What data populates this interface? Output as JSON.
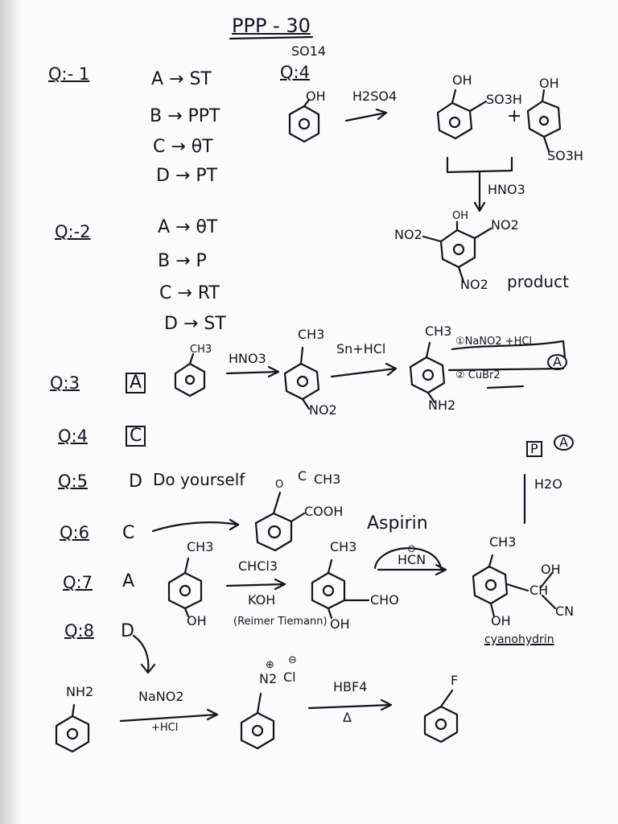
{
  "title": "PPP - 30",
  "questions": [
    {
      "label": "Q:- 1",
      "answers": [
        "A → ST",
        "B → PPT",
        "C → θT",
        "D → PT"
      ]
    },
    {
      "label": "Q:-2",
      "answers": [
        "A → θT",
        "B → P",
        "C → RT",
        "D → ST"
      ]
    },
    {
      "label": "Q:3",
      "answer": "A"
    },
    {
      "label": "Q:4",
      "answer": "C"
    },
    {
      "label": "Q:5",
      "answer": "D",
      "note": "Do yourself"
    },
    {
      "label": "Q:6",
      "answer": "C"
    },
    {
      "label": "Q:7",
      "answer": "A"
    },
    {
      "label": "Q:8",
      "answer": "D"
    }
  ],
  "q4_scheme": {
    "label": "Q:4",
    "label_superscript": "SO14",
    "reactant_group": "OH",
    "reagent_1": "H2SO4",
    "product_groups": [
      "OH",
      "SO3H",
      "OH",
      "SO3H"
    ],
    "plus": "+",
    "reagent_2": "HNO3",
    "final_groups": [
      "OH",
      "NO2",
      "NO2",
      "NO2"
    ],
    "final_note": "product"
  },
  "q3_scheme": {
    "groups": [
      "CH3",
      "CH3",
      "NO2",
      "CH3",
      "NH2"
    ],
    "reagent_1": "HNO3",
    "reagent_2": "Sn+HCl",
    "step_1": "①NaNO2 +HCl",
    "step_2": "② CuBr2",
    "result": "A"
  },
  "q5_note": {
    "side_labels": [
      "P",
      "A"
    ],
    "reagent": "H2O"
  },
  "q6_scheme": {
    "groups": [
      "O",
      "C",
      "CH3",
      "COOH"
    ],
    "name": "Aspirin"
  },
  "q7_scheme": {
    "groups": [
      "CH3",
      "OH",
      "CH3",
      "CHO",
      "OH",
      "CH3",
      "OH",
      "CH",
      "CN",
      "OH"
    ],
    "reagent_1": "CHCl3",
    "reagent_2": "KOH",
    "reaction_name": "(Reimer Tiemann)",
    "reagent_3": "HCN",
    "charge": "⊖",
    "product_name": "cyanohydrin"
  },
  "q8_scheme": {
    "groups": [
      "NH2",
      "N2",
      "Cl",
      "F"
    ],
    "charges": [
      "⊕",
      "⊖"
    ],
    "reagent_1": "NaNO2",
    "reagent_2": "+HCl",
    "reagent_3": "HBF4",
    "heat": "Δ"
  },
  "colors": {
    "ink": "#14141c",
    "paper": "#fbfbfb"
  }
}
